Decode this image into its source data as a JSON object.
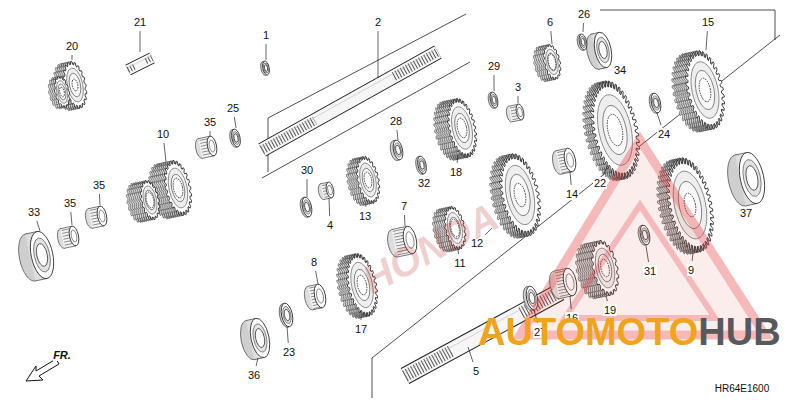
{
  "diagram": {
    "labels": [
      "26",
      "21",
      "2",
      "6",
      "15",
      "1",
      "20",
      "29",
      "34",
      "3",
      "25",
      "28",
      "35",
      "10",
      "24",
      "30",
      "32",
      "18",
      "22",
      "14",
      "35",
      "13",
      "35",
      "4",
      "33",
      "7",
      "37",
      "12",
      "11",
      "8",
      "9",
      "31",
      "19",
      "16",
      "17",
      "27",
      "23",
      "FR.",
      "5",
      "36",
      "HR64E1600",
      "HONDA",
      "AUTOMOTO",
      "HUB"
    ]
  }
}
